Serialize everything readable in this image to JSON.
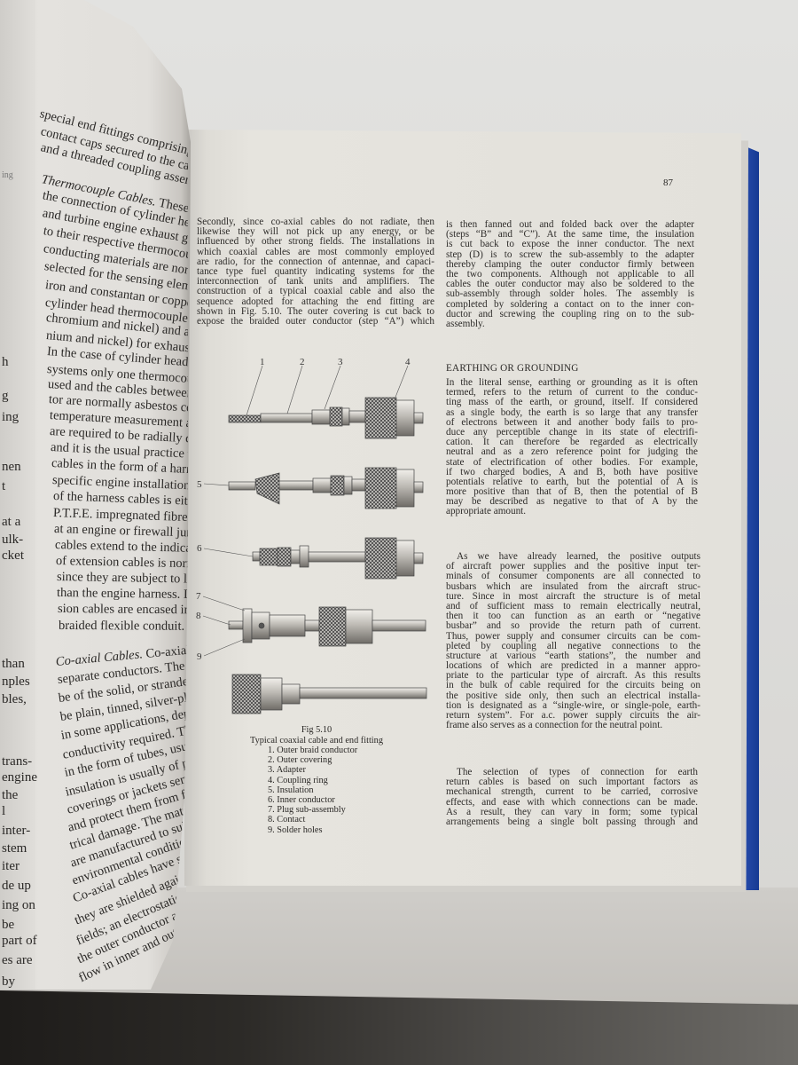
{
  "left_page": {
    "margin_fragments": [
      "ing",
      "h",
      "g",
      "ing",
      "nen",
      "t",
      "at a",
      "ulk-",
      "cket",
      "than",
      "nples",
      "bles,",
      "trans-",
      "engine",
      "the",
      "l",
      "inter-",
      "stem",
      "iter",
      "de up",
      "ing on",
      "be",
      "part of",
      "es are",
      "by"
    ],
    "lines": [
      {
        "t": "special end fittings comprising"
      },
      {
        "t": "contact caps secured to the cable"
      },
      {
        "t": "and a threaded coupling assembly"
      },
      {
        "i": "Thermocouple Cables.",
        "t": "  These cables"
      },
      {
        "t": "the connection of cylinder head"
      },
      {
        "t": "and turbine engine exhaust gas"
      },
      {
        "t": "to their respective thermocouple"
      },
      {
        "t": "conducting materials are normally"
      },
      {
        "t": "selected for the sensing element"
      },
      {
        "t": "iron and constantan or copper and"
      },
      {
        "t": "cylinder head thermocouples, chromel"
      },
      {
        "t": "chromium and nickel) and alumel"
      },
      {
        "t": "nium and nickel) for exhaust gas"
      },
      {
        "t": "    In the case of cylinder head"
      },
      {
        "t": "systems only one thermocouple"
      },
      {
        "t": "used and the cables between it and"
      },
      {
        "t": "tor are normally asbestos covered."
      },
      {
        "t": "temperature measurement a number of"
      },
      {
        "t": "are required to be radially disposed"
      },
      {
        "t": "and it is the usual practice therefore"
      },
      {
        "t": "cables in the form of a harness"
      },
      {
        "t": "specific engine installation. The"
      },
      {
        "t": "of the harness cables is either"
      },
      {
        "t": "P.T.F.E. impregnated fibre glass."
      },
      {
        "t": "at an engine or firewall junction box"
      },
      {
        "t": "cables extend to the indicator. The"
      },
      {
        "t": "of extension cables is normally of"
      },
      {
        "t": "since they are subject to lower"
      },
      {
        "t": "than the engine harness. In some"
      },
      {
        "t": "sion cables are encased in silicone"
      },
      {
        "t": "braided flexible conduit."
      },
      {
        "i": "Co-axial Cables.",
        "t": "  Co-axial cables"
      },
      {
        "t": "separate conductors. The inner"
      },
      {
        "t": "be of the solid, or stranded copper"
      },
      {
        "t": "be plain, tinned, silver-plated"
      },
      {
        "t": "in some applications, depending"
      },
      {
        "t": "conductivity required. The"
      },
      {
        "t": "in the form of tubes, usually"
      },
      {
        "t": "insulation is usually of polythene"
      },
      {
        "t": "coverings or jackets serve to"
      },
      {
        "t": "and protect them from fields"
      },
      {
        "t": "trical damage. The materials"
      },
      {
        "t": "are manufactured to suit operational"
      },
      {
        "t": "environmental conditions."
      },
      {
        "t": "    Co-axial cables have several"
      },
      {
        "t": "they are shielded against"
      },
      {
        "t": "fields; an electrostatic field"
      },
      {
        "t": "the outer conductor and the"
      },
      {
        "t": "flow in inner and outer"
      }
    ]
  },
  "right_page": {
    "page_number": "87",
    "col1": [
      "Secondly, since co-axial cables do not radiate, then",
      "likewise they will not pick up any energy, or be",
      "influenced by other strong fields. The installations in",
      "which coaxial cables are most commonly employed",
      "are radio, for the connection of antennae, and capaci-",
      "tance type fuel quantity indicating systems for the",
      "interconnection of tank units and amplifiers. The",
      "construction of a typical coaxial cable and also the",
      "sequence adopted for attaching the end fitting are",
      "shown in Fig. 5.10. The outer covering is cut back to",
      "expose the braided outer conductor (step “A”) which"
    ],
    "col2_p1": [
      "is then fanned out and folded back over the adapter",
      "(steps “B” and “C”). At the same time, the insulation",
      "is cut back to expose the inner conductor. The next",
      "step (D) is to screw the sub-assembly to the adapter",
      "thereby clamping the outer conductor firmly between",
      "the two components. Although not applicable to all",
      "cables the outer conductor may also be soldered to the",
      "sub-assembly through solder holes. The assembly is",
      "completed by soldering a contact on to the inner con-",
      "ductor and screwing the coupling ring on to the sub-",
      "assembly."
    ],
    "heading": "EARTHING OR GROUNDING",
    "col2_p2": [
      "In the literal sense, earthing or grounding as it is often",
      "termed, refers to the return of current to the conduc-",
      "ting mass of the earth, or ground, itself. If considered",
      "as a single body, the earth is so large that any transfer",
      "of electrons between it and another body fails to pro-",
      "duce any perceptible change in its state of electrifi-",
      "cation. It can therefore be regarded as electrically",
      "neutral and as a zero reference point for judging the",
      "state of electrification of other bodies. For example,",
      "if two charged bodies, A and B, both have positive",
      "potentials relative to earth, but the potential of A is",
      "more positive than that of B, then the potential of B",
      "may be described as negative to that of A by the",
      "appropriate amount."
    ],
    "col2_p3": [
      "As we have already learned, the positive outputs",
      "of aircraft power supplies and the positive input ter-",
      "minals of consumer components are all connected to",
      "busbars which are insulated from the aircraft struc-",
      "ture. Since in most aircraft the structure is of metal",
      "and of sufficient mass to remain electrically neutral,",
      "then it too can function as an earth or “negative",
      "busbar” and so provide the return path of current.",
      "Thus, power supply and consumer circuits can be com-",
      "pleted by coupling all negative connections to the",
      "structure at various “earth stations”, the number and",
      "locations of which are predicted in a manner appro-",
      "priate to the particular type of aircraft. As this results",
      "in the bulk of cable required for the circuits being on",
      "the positive side only, then such an electrical installa-",
      "tion is designated as a “single-wire, or single-pole, earth-",
      "return system”. For a.c. power supply circuits the air-",
      "frame also serves as a connection for the neutral point."
    ],
    "col2_p4": [
      "The selection of types of connection for earth",
      "return cables is based on such important factors as",
      "mechanical strength, current to be carried, corrosive",
      "effects, and ease with which connections can be made.",
      "As a result, they can vary in form; some typical",
      "arrangements being a single bolt passing through and"
    ],
    "figure": {
      "callouts": [
        "1",
        "2",
        "3",
        "4",
        "5",
        "6",
        "7",
        "8",
        "9"
      ],
      "title": "Fig 5.10",
      "caption": "Typical coaxial cable and end fitting",
      "items": [
        "1.  Outer braid conductor",
        "2.  Outer covering",
        "3.  Adapter",
        "4.  Coupling ring",
        "5.  Insulation",
        "6.  Inner conductor",
        "7.  Plug sub-assembly",
        "8.  Contact",
        "9.  Solder holes"
      ]
    }
  },
  "colors": {
    "cover": "#1d3f9a",
    "page": "#e4e1db",
    "ink": "#2e2c2a"
  }
}
